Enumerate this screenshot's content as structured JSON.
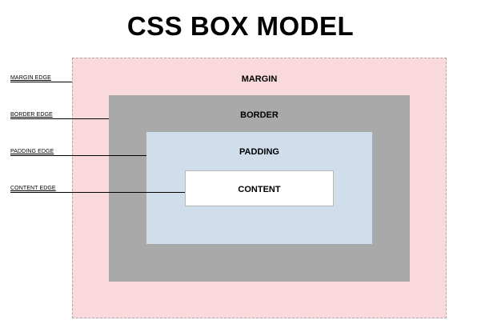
{
  "title": "CSS BOX MODEL",
  "boxes": {
    "margin": {
      "label": "MARGIN",
      "color": "#f9d9dc"
    },
    "border": {
      "label": "BORDER",
      "color": "#a9a9a9"
    },
    "padding": {
      "label": "PADDING",
      "color": "#d0ddeb"
    },
    "content": {
      "label": "CONTENT",
      "color": "#ffffff"
    }
  },
  "edges": {
    "margin": "MARGIN EDGE",
    "border": "BORDER EDGE",
    "padding": "PADDING EDGE",
    "content": "CONTENT EDGE"
  }
}
